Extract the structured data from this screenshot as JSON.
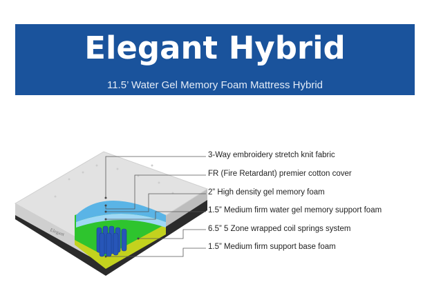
{
  "header": {
    "title": "Elegant Hybrid",
    "subtitle": "11.5’ Water Gel Memory Foam Mattress Hybrid"
  },
  "diagram": {
    "logo_text": "Elegant",
    "layers": [
      {
        "label": "3-Way embroidery stretch knit fabric"
      },
      {
        "label": "FR (Fire Retardant) premier cotton cover"
      },
      {
        "label": "2” High density gel memory foam"
      },
      {
        "label": "1.5” Medium firm water gel memory support foam"
      },
      {
        "label": "6.5” 5 Zone wrapped coil springs system"
      },
      {
        "label": "1.5” Medium firm support base foam"
      }
    ],
    "colors": {
      "banner": "#1a539c",
      "cover": "#d9d9d9",
      "side_band": "#2b2b2b",
      "gel_foam": "#5ab4e6",
      "support_foam": "#2ec42e",
      "coils": "#2756b8",
      "base_foam": "#c3d21e"
    }
  }
}
